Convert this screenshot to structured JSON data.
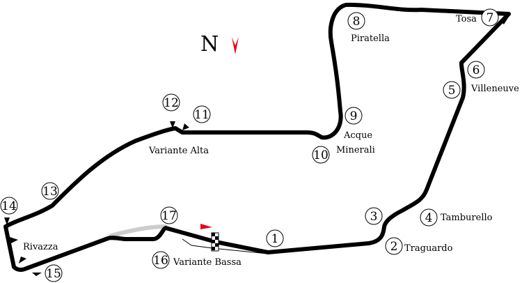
{
  "compass": {
    "letter": "N",
    "arrow_color": "#e8001c"
  },
  "track": {
    "line_color": "#000000",
    "old_section_color": "#cccccc",
    "start_flag_color": "#e8001c"
  },
  "turns": [
    {
      "number": "1"
    },
    {
      "number": "2",
      "label": "Traguardo"
    },
    {
      "number": "3"
    },
    {
      "number": "4",
      "label": "Tamburello"
    },
    {
      "number": "5"
    },
    {
      "number": "6",
      "label": "Villeneuve"
    },
    {
      "number": "7",
      "label": "Tosa"
    },
    {
      "number": "8",
      "label": "Piratella"
    },
    {
      "number": "9",
      "label_lines": [
        "Acque",
        "Minerali"
      ]
    },
    {
      "number": "10"
    },
    {
      "number": "11"
    },
    {
      "number": "12",
      "label": "Variante Alta"
    },
    {
      "number": "13"
    },
    {
      "number": "14",
      "label": "Rivazza"
    },
    {
      "number": "15"
    },
    {
      "number": "16",
      "label": "Variante Bassa"
    },
    {
      "number": "17"
    }
  ]
}
